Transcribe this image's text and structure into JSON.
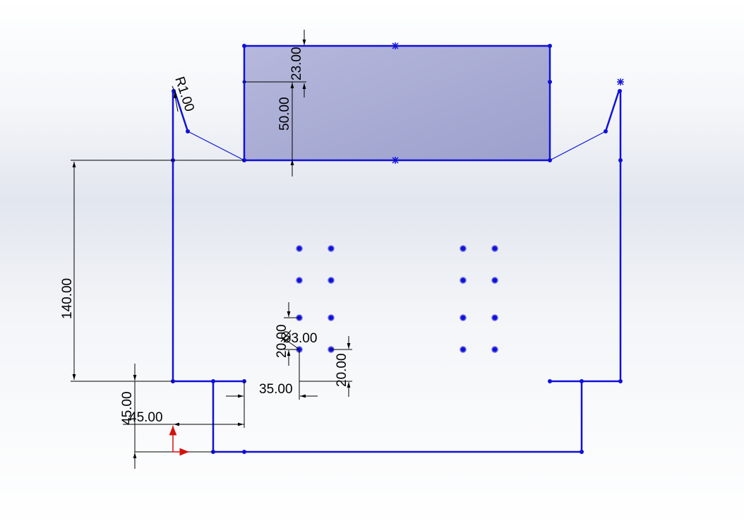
{
  "sketch": {
    "dimensions": {
      "radius": "R1.00",
      "rect_top_offset": "23.00",
      "rect_height": "50.00",
      "left_height": "140.00",
      "hole_spacing_v": "20.00",
      "hole_diameter": "⌀3.00",
      "hole_spacing_h": "20.00",
      "notch_width": "35.00",
      "vertical_offset": "45.00",
      "horizontal_offset": "45.00"
    }
  },
  "colors": {
    "sketch_line": "#1010d8",
    "fill": "#9a9ecb",
    "dimension_line": "#000000",
    "origin": "#d41010"
  },
  "icons": {
    "origin": "origin-arrows-icon",
    "midpoint": "midpoint-marker-icon"
  }
}
